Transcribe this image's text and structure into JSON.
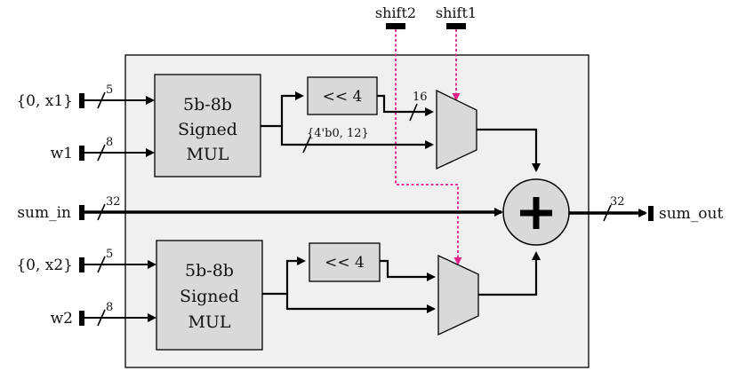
{
  "controls": {
    "shift2": "shift2",
    "shift1": "shift1"
  },
  "inputs": {
    "x1": "{0, x1}",
    "w1": "w1",
    "sum_in": "sum_in",
    "x2": "{0, x2}",
    "w2": "w2"
  },
  "output": {
    "sum_out": "sum_out"
  },
  "blocks": {
    "mul_top": {
      "line1": "5b-8b",
      "line2": "Signed",
      "line3": "MUL"
    },
    "mul_bottom": {
      "line1": "5b-8b",
      "line2": "Signed",
      "line3": "MUL"
    },
    "shift_top": "<< 4",
    "shift_bottom": "<< 4"
  },
  "bus_widths": {
    "x1": "5",
    "w1": "8",
    "sum_in": "32",
    "x2": "5",
    "w2": "8",
    "sum_out": "32",
    "mux_in": "16"
  },
  "annotations": {
    "pad": "{4'b0, 12}"
  },
  "colors": {
    "container_fill": "#f0f0f0",
    "block_fill": "#d9d9d9",
    "mux_fill": "#d9d9d9",
    "control_line": "#e0218a",
    "wire": "#000000"
  }
}
